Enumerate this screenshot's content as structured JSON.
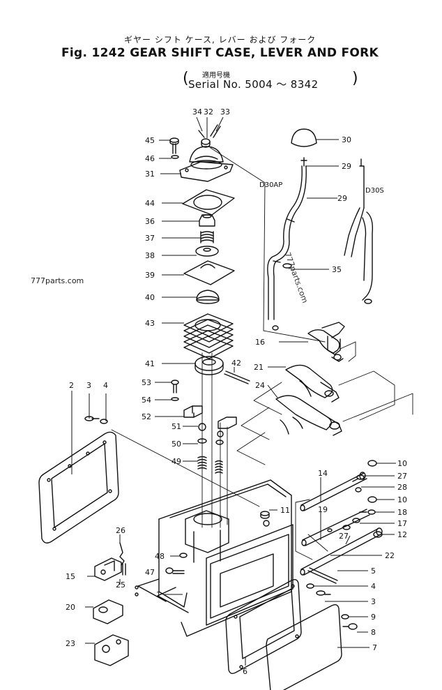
{
  "header": {
    "jp_title": "ギヤー シフト ケース, レバー および フォーク",
    "title": "Fig. 1242 GEAR SHIFT CASE, LEVER AND FORK",
    "jp_serial": "適用号機",
    "serial": "Serial No. 5004 ～ 8342"
  },
  "watermarks": [
    "777parts.com",
    "777parts.com"
  ],
  "variant_labels": {
    "ap": "D30AP",
    "s": "D30S"
  },
  "callouts": {
    "c34": "34",
    "c32": "32",
    "c33": "33",
    "c45": "45",
    "c46": "46",
    "c31": "31",
    "c44": "44",
    "c36": "36",
    "c37": "37",
    "c38": "38",
    "c39": "39",
    "c40": "40",
    "c43": "43",
    "c41": "41",
    "c42": "42",
    "c53": "53",
    "c54": "54",
    "c52": "52",
    "c51": "51",
    "c50": "50",
    "c49": "49",
    "c30": "30",
    "c29a": "29",
    "c29b": "29",
    "c35": "35",
    "c16": "16",
    "c21": "21",
    "c24": "24",
    "c2": "2",
    "c3a": "3",
    "c4a": "4",
    "c10a": "10",
    "c27a": "27",
    "c28": "28",
    "c10b": "10",
    "c14": "14",
    "c18": "18",
    "c17": "17",
    "c19": "19",
    "c27b": "27",
    "c12": "12",
    "c11": "11",
    "c22": "22",
    "c26": "26",
    "c48": "48",
    "c47": "47",
    "c15": "15",
    "c25": "25",
    "c1": "1",
    "c5": "5",
    "c4b": "4",
    "c3b": "3",
    "c20": "20",
    "c9": "9",
    "c8": "8",
    "c23": "23",
    "c6": "6",
    "c7": "7"
  }
}
